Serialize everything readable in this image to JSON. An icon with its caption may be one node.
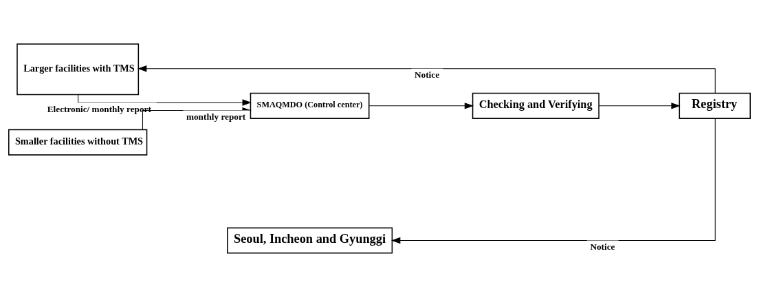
{
  "diagram": {
    "nodes": [
      {
        "text": [
          "Larger facilities with TMS"
        ]
      },
      {
        "text": [
          "SMAQMDO (Control center)"
        ]
      },
      {
        "text": [
          "Checking and Verifying"
        ]
      },
      {
        "text": [
          "Registry"
        ]
      },
      {
        "text": [
          "Smaller facilities without TMS"
        ]
      },
      {
        "text": [
          "Seoul, Incheon and Gyunggi"
        ]
      }
    ],
    "edges": [
      {
        "from": 0,
        "to": 1,
        "arrow": "to",
        "label": "Electronic/ monthly report"
      },
      {
        "from": 4,
        "to": 1,
        "arrow": "to",
        "label": "monthly report"
      },
      {
        "from": 1,
        "to": 2,
        "arrow": "to"
      },
      {
        "from": 2,
        "to": 3,
        "arrow": "to"
      },
      {
        "from": 3,
        "to": 0,
        "arrow": "to",
        "label": "Notice"
      },
      {
        "from": 3,
        "to": 5,
        "arrow": "to",
        "label": "Notice"
      }
    ]
  }
}
